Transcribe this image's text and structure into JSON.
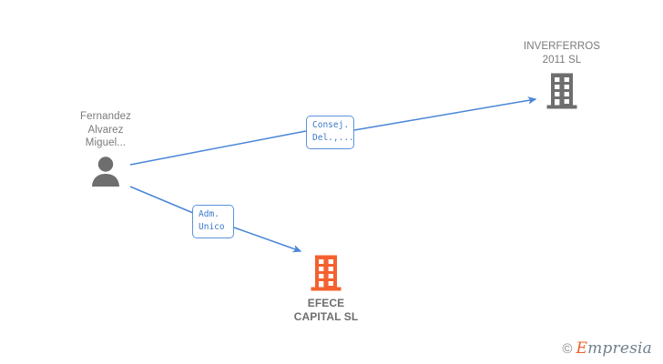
{
  "diagram": {
    "title": "Corporate relationship diagram",
    "background": "#ffffff",
    "colors": {
      "edge": "#4a86d8",
      "relation_box_border": "#5a93dd",
      "relation_box_text": "#3c78c8",
      "person_icon": "#6e6e6e",
      "company_icon_gray": "#6e6e6e",
      "company_icon_orange": "#f4612f",
      "node_label": "#7a7a7a",
      "node_label_bold": "#6e6e6e"
    },
    "nodes": [
      {
        "id": "person",
        "type": "person",
        "icon": "person-icon",
        "label": "Fernandez\nAlvarez\nMiguel...",
        "label_lines": [
          "Fernandez",
          "Alvarez",
          "Miguel..."
        ],
        "label_position": "above",
        "bold": false
      },
      {
        "id": "inverferros",
        "type": "company",
        "icon": "building-icon",
        "icon_color": "#6e6e6e",
        "label": "INVERFERROS\n2011 SL",
        "label_lines": [
          "INVERFERROS",
          "2011 SL"
        ],
        "label_position": "above",
        "bold": false
      },
      {
        "id": "efece",
        "type": "company",
        "icon": "building-icon",
        "icon_color": "#f4612f",
        "label": "EFECE\nCAPITAL SL",
        "label_lines": [
          "EFECE",
          "CAPITAL SL"
        ],
        "label_position": "below",
        "bold": true
      }
    ],
    "edges": [
      {
        "id": "edge-consej",
        "from": "person",
        "to": "inverferros",
        "relation_label": "Consej.\nDel.,...",
        "relation_label_lines": [
          "Consej.",
          "Del.,..."
        ],
        "arrow": true
      },
      {
        "id": "edge-admunico",
        "from": "person",
        "to": "efece",
        "relation_label": "Adm.\nUnico",
        "relation_label_lines": [
          "Adm.",
          "Unico"
        ],
        "arrow": true
      }
    ],
    "watermark": {
      "copyright": "©",
      "brand_initial": "E",
      "brand_rest": "mpresia",
      "full": "© Empresia"
    }
  }
}
